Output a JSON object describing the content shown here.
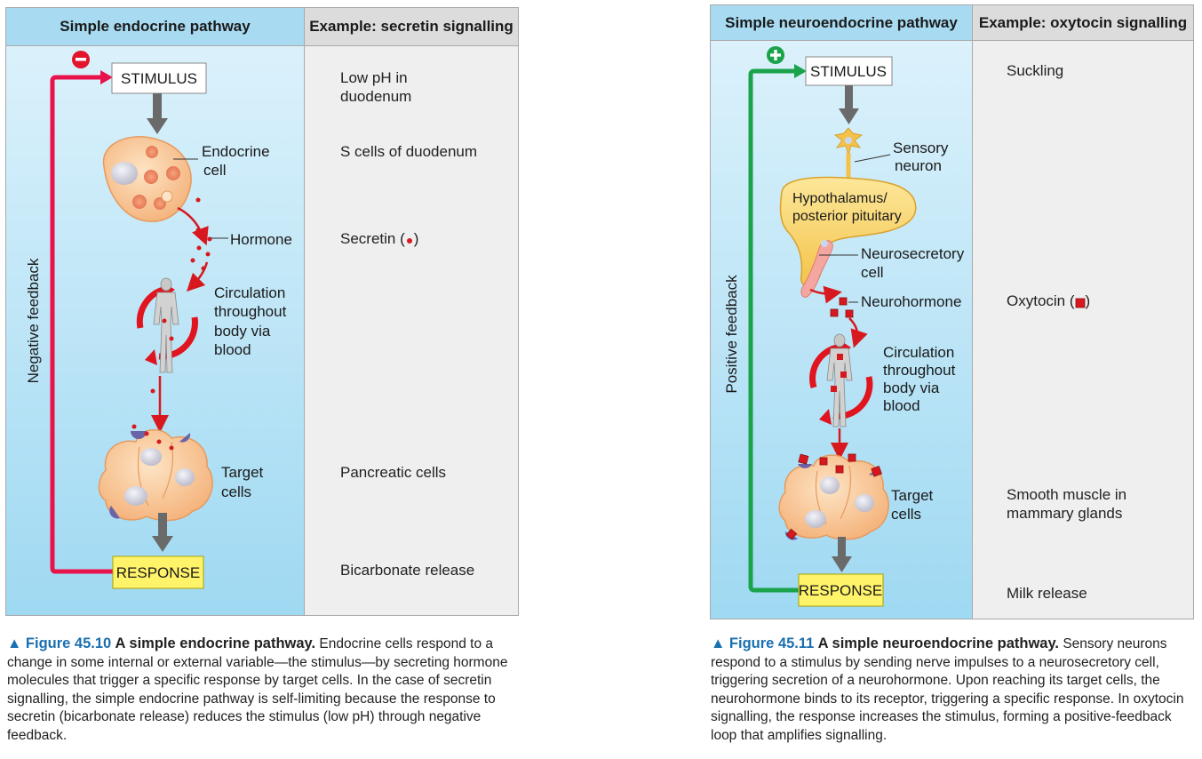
{
  "figure_1": {
    "diagram_heading": "Simple endocrine pathway",
    "example_heading": "Example: secretin signalling",
    "stimulus": "STIMULUS",
    "response": "RESPONSE",
    "feedback_sign": "−",
    "feedback_label": "Negative feedback",
    "labels": {
      "endocrine_cell": [
        "Endocrine",
        "cell"
      ],
      "hormone": "Hormone",
      "circulation": [
        "Circulation",
        "throughout",
        "body via",
        "blood"
      ],
      "target_cells": [
        "Target",
        "cells"
      ]
    },
    "examples": {
      "stimulus": "Low pH in\nduodenum",
      "cell": "S cells of duodenum",
      "hormone_prefix": "Secretin (",
      "hormone_suffix": ")",
      "target": "Pancreatic cells",
      "response": "Bicarbonate release"
    },
    "caption": {
      "figure_number": "▲ Figure 45.10",
      "title": "A simple endocrine pathway.",
      "body": "Endocrine cells respond to a change in some internal or external variable—the stimulus—by secreting hormone molecules that trigger a specific response by target cells. In the case of secretin signalling, the simple endocrine pathway is self-limiting because the response to secretin (bicarbonate release) reduces the stimulus (low pH) through negative feedback."
    },
    "colors": {
      "feedback": "#e8134a",
      "hormone": "#d7191f"
    }
  },
  "figure_2": {
    "diagram_heading": "Simple neuroendocrine pathway",
    "example_heading": "Example: oxytocin signalling",
    "stimulus": "STIMULUS",
    "response": "RESPONSE",
    "feedback_sign": "+",
    "feedback_label": "Positive feedback",
    "labels": {
      "sensory_neuron": [
        "Sensory",
        "neuron"
      ],
      "hypothalamus": [
        "Hypothalamus/",
        "posterior pituitary"
      ],
      "neurosecretory_cell": [
        "Neurosecretory",
        "cell"
      ],
      "neurohormone": "Neurohormone",
      "circulation": [
        "Circulation",
        "throughout",
        "body via",
        "blood"
      ],
      "target_cells": [
        "Target",
        "cells"
      ]
    },
    "examples": {
      "stimulus": "Suckling",
      "hormone_prefix": "Oxytocin (",
      "hormone_suffix": ")",
      "target": "Smooth muscle in\nmammary glands",
      "response": "Milk release"
    },
    "caption": {
      "figure_number": "▲ Figure 45.11",
      "title": "A simple neuroendocrine pathway.",
      "body": "Sensory neurons respond to a stimulus by sending nerve impulses to a neurosecretory cell, triggering secretion of a neurohormone. Upon reaching its target cells, the neurohormone binds to its receptor, triggering a specific response. In oxytocin signalling, the response increases the stimulus, forming a positive-feedback loop that amplifies signalling."
    },
    "colors": {
      "feedback": "#1aa34a",
      "hormone": "#d7191f"
    }
  }
}
